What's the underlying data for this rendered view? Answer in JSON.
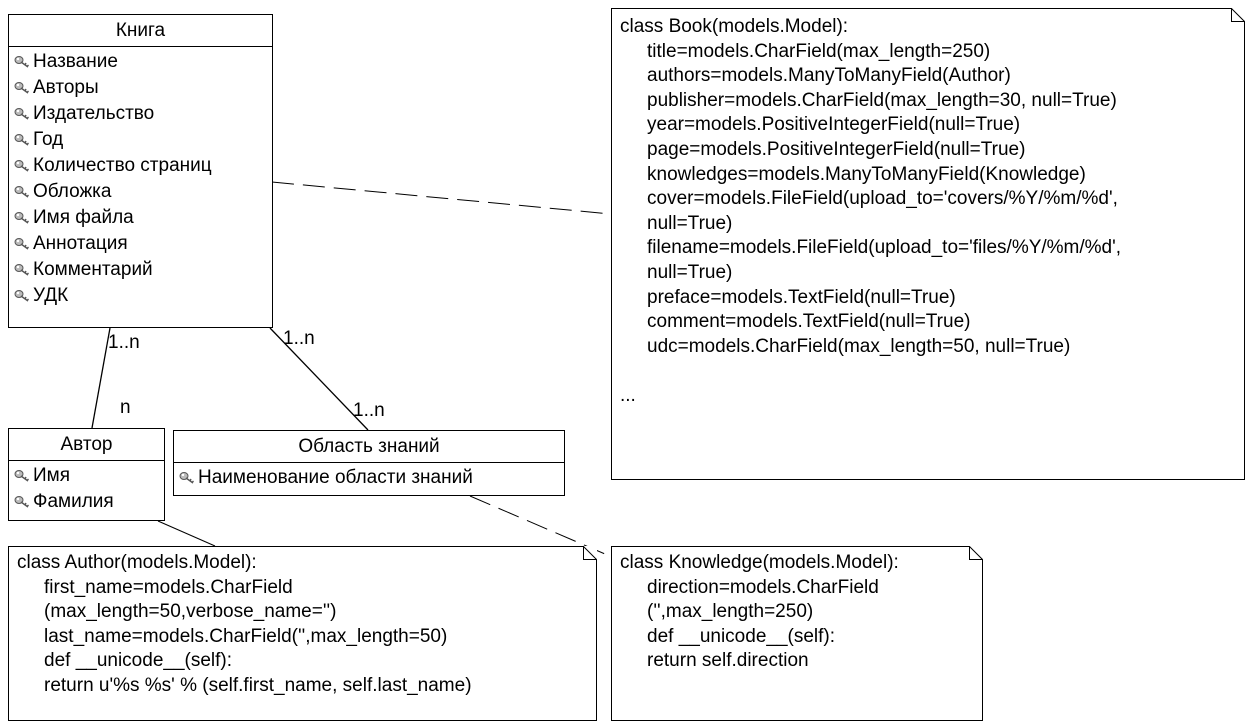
{
  "classes": {
    "book": {
      "title": "Книга",
      "attributes": [
        "Название",
        "Авторы",
        "Издательство",
        "Год",
        "Количество страниц",
        "Обложка",
        "Имя файла",
        "Аннотация",
        "Комментарий",
        "УДК"
      ]
    },
    "author": {
      "title": "Автор",
      "attributes": [
        "Имя",
        "Фамилия"
      ]
    },
    "knowledge": {
      "title": "Область знаний",
      "attributes": [
        "Наименование области знаний"
      ]
    }
  },
  "multiplicities": {
    "book_author_book_end": "1..n",
    "book_author_author_end": "n",
    "book_knowledge_book_end": "1..n",
    "book_knowledge_knowledge_end": "1..n"
  },
  "notes": {
    "book_code": {
      "header": "class Book(models.Model):",
      "lines": [
        "title=models.CharField(max_length=250)",
        "authors=models.ManyToManyField(Author)",
        "publisher=models.CharField(max_length=30, null=True)",
        "year=models.PositiveIntegerField(null=True)",
        "page=models.PositiveIntegerField(null=True)",
        "knowledges=models.ManyToManyField(Knowledge)",
        "cover=models.FileField(upload_to='covers/%Y/%m/%d',",
        "null=True)",
        "filename=models.FileField(upload_to='files/%Y/%m/%d',",
        "null=True)",
        "preface=models.TextField(null=True)",
        "comment=models.TextField(null=True)",
        "udc=models.CharField(max_length=50, null=True)"
      ],
      "ellipsis": "..."
    },
    "author_code": {
      "header": "class Author(models.Model):",
      "lines": [
        "first_name=models.CharField",
        "(max_length=50,verbose_name='')",
        "last_name=models.CharField('',max_length=50)",
        "def __unicode__(self):",
        "return u'%s %s' % (self.first_name, self.last_name)"
      ]
    },
    "knowledge_code": {
      "header": "class Knowledge(models.Model):",
      "lines": [
        "direction=models.CharField",
        "('',max_length=250)",
        "def __unicode__(self):",
        "return self.direction"
      ]
    }
  }
}
